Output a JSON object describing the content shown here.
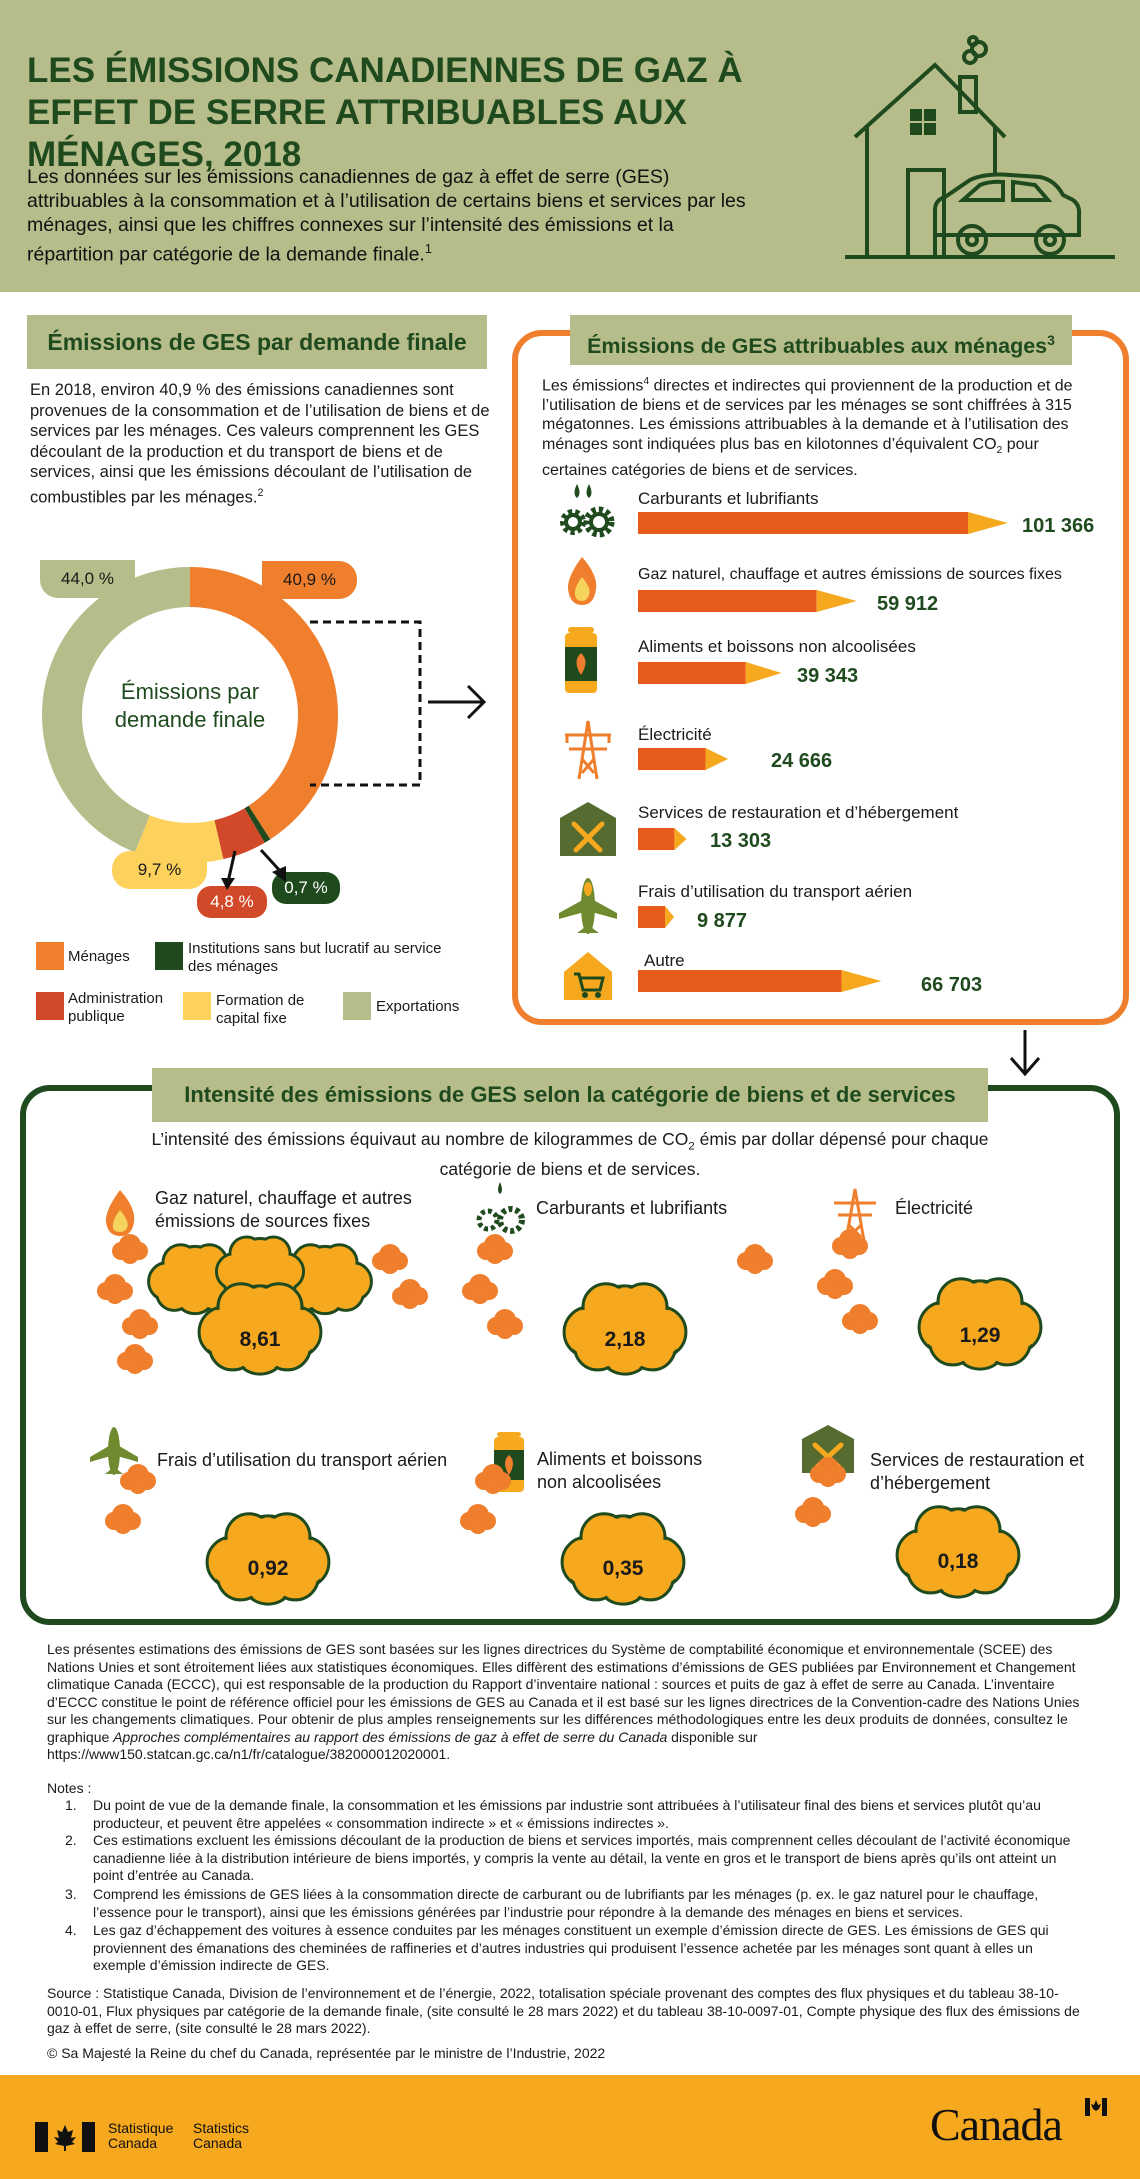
{
  "header": {
    "title": "LES ÉMISSIONS CANADIENNES DE GAZ À EFFET DE SERRE ATTRIBUABLES AUX MÉNAGES, 2018",
    "intro": "Les données sur les émissions canadiennes de gaz à effet de serre (GES) attribuables à la consommation et à l’utilisation de certains biens et services par les ménages, ainsi que les chiffres connexes sur l’intensité des émissions et la répartition par catégorie de la demande finale.",
    "intro_note": "1"
  },
  "left_panel": {
    "title": "Émissions de GES par demande finale",
    "text": "En 2018, environ 40,9 % des émissions canadiennes sont provenues de la consommation et de l’utilisation de biens et de services par les ménages. Ces valeurs comprennent les GES découlant de la production et du transport de biens et de services, ainsi que les émissions découlant de l’utilisation de combustibles par les ménages.",
    "text_note": "2",
    "donut_center": "Émissions par demande finale"
  },
  "right_panel": {
    "title": "Émissions de GES attribuables aux ménages",
    "title_note": "3",
    "text_a": "Les émissions",
    "text_note": "4",
    "text_b": " directes et indirectes qui proviennent de la production et de l’utilisation de biens et de services par les ménages se sont chiffrées à 315 mégatonnes. Les émissions attribuables à la demande et à l’utilisation des ménages sont indiquées plus bas en kilotonnes d’équivalent CO",
    "text_sub": "2",
    "text_c": " pour certaines catégories de biens et de services."
  },
  "bottom_panel": {
    "title": "Intensité des émissions de GES selon la catégorie de biens et de services",
    "sub_a": "L’intensité des émissions équivaut au nombre de kilogrammes de CO",
    "sub_sub": "2",
    "sub_b": " émis par dollar dépensé pour chaque catégorie de biens et de services."
  },
  "chart_data": [
    {
      "type": "pie",
      "categories": [
        "Ménages",
        "Institutions sans but lucratif au service des ménages",
        "Administration publique",
        "Formation de capital fixe",
        "Exportations"
      ],
      "values": [
        40.9,
        0.7,
        4.8,
        9.7,
        44.0
      ],
      "labels": [
        "40,9 %",
        "0,7 %",
        "4,8 %",
        "9,7 %",
        "44,0 %"
      ],
      "colors": [
        "#ef7e2d",
        "#1f4a1e",
        "#d2492a",
        "#fcd25c",
        "#b6bd8a"
      ]
    },
    {
      "type": "bar",
      "categories": [
        "Carburants et lubrifiants",
        "Gaz naturel, chauffage et autres émissions de sources fixes",
        "Aliments et boissons non alcoolisées",
        "Électricité",
        "Services de restauration et d’hébergement",
        "Frais d’utilisation du transport aérien",
        "Autre"
      ],
      "values": [
        101366,
        59912,
        39343,
        24666,
        13303,
        9877,
        66703
      ],
      "labels": [
        "101 366",
        "59 912",
        "39 343",
        "24 666",
        "13 303",
        "9 877",
        "66 703"
      ]
    },
    {
      "type": "table",
      "categories": [
        "Gaz naturel, chauffage et autres émissions de sources fixes",
        "Carburants et lubrifiants",
        "Électricité",
        "Frais d’utilisation du transport aérien",
        "Aliments et boissons non alcoolisées",
        "Services de restauration et d’hébergement"
      ],
      "values": [
        8.61,
        2.18,
        1.29,
        0.92,
        0.35,
        0.18
      ],
      "labels": [
        "8,61",
        "2,18",
        "1,29",
        "0,92",
        "0,35",
        "0,18"
      ]
    }
  ],
  "footer": {
    "main_a": "Les présentes estimations des émissions de GES sont basées sur les lignes directrices du Système de comptabilité économique et environnementale (SCEE) des Nations Unies et sont étroitement liées aux statistiques économiques. Elles diffèrent des estimations d’émissions de GES publiées par Environnement et Changement climatique Canada (ECCC), qui est responsable de la production du Rapport d’inventaire national : sources et puits de gaz à effet de serre au Canada. L’inventaire d’ECCC constitue le point de référence officiel pour les émissions de GES au Canada et il est basé sur les lignes directrices de la Convention-cadre des Nations Unies sur les changements climatiques. Pour obtenir de plus amples renseignements sur les différences méthodologiques entre les deux produits de données, consultez le graphique ",
    "main_italic": "Approches complémentaires au rapport des émissions de gaz à effet de serre du Canada",
    "main_b": " disponible sur https://www150.statcan.gc.ca/n1/fr/catalogue/382000012020001.",
    "notes_label": "Notes :",
    "notes": [
      {
        "num": "1.",
        "text": "Du point de vue de la demande finale, la consommation et les émissions par industrie sont attribuées à l’utilisateur final des biens et services plutôt qu’au producteur, et peuvent être appelées « consommation indirecte » et « émissions indirectes »."
      },
      {
        "num": "2.",
        "text": "Ces estimations excluent les émissions découlant de la production de biens et services importés, mais comprennent celles découlant de l’activité économique canadienne liée à la distribution intérieure de biens importés, y compris la vente au détail, la vente en gros et le transport de biens après qu’ils ont atteint un point d’entrée au Canada."
      },
      {
        "num": "3.",
        "text": "Comprend les émissions de GES liées à la consommation directe de carburant ou de lubrifiants par les ménages (p. ex. le gaz naturel pour le chauffage, l’essence pour le transport), ainsi que les émissions générées par l’industrie pour répondre à la demande des ménages en biens et services."
      },
      {
        "num": "4.",
        "text": "Les gaz d’échappement des voitures à essence conduites par les ménages constituent un exemple d’émission directe de GES. Les émissions de GES qui proviennent des émanations des cheminées de raffineries et d’autres industries qui produisent l’essence achetée par les ménages sont quant à elles un exemple d’émission indirecte de GES."
      }
    ],
    "source": "Source : Statistique Canada, Division de l’environnement et de l’énergie, 2022, totalisation spéciale provenant des comptes des flux physiques et du tableau 38-10-0010-01, Flux physiques par catégorie de la demande finale, (site consulté le 28 mars 2022) et du tableau 38-10-0097-01, Compte physique des flux des émissions de gaz à effet de serre, (site consulté le 28 mars 2022).",
    "copyright": "© Sa Majesté la Reine du chef du Canada, représentée par le ministre de l’Industrie, 2022",
    "sc_fr_1": "Statistique",
    "sc_fr_2": "Canada",
    "sc_en_1": "Statistics",
    "sc_en_2": "Canada",
    "wordmark": "Canada"
  },
  "colors": {
    "dark_green": "#1f4a1e",
    "olive": "#b6bd8a",
    "orange": "#ef7e2d",
    "bar_orange": "#e85c1b",
    "yellow": "#f6a81e"
  }
}
